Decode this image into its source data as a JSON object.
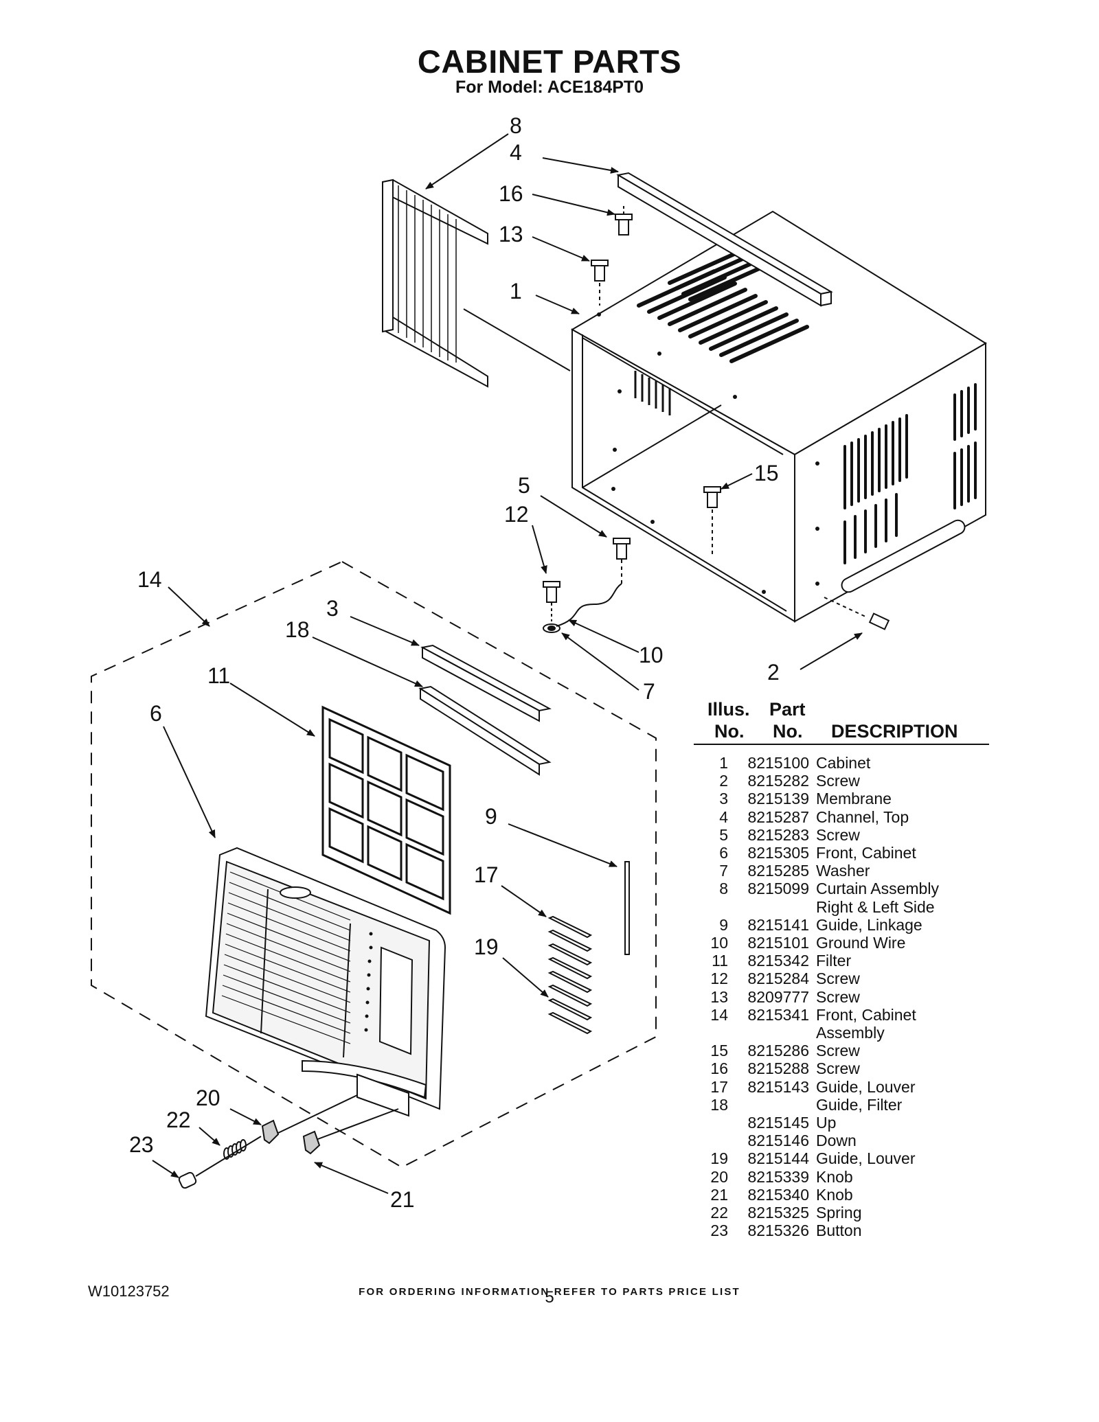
{
  "header": {
    "title": "CABINET PARTS",
    "subtitle": "For Model: ACE184PT0"
  },
  "diagram": {
    "callouts": [
      "8",
      "4",
      "16",
      "13",
      "1",
      "15",
      "5",
      "12",
      "14",
      "3",
      "18",
      "10",
      "7",
      "2",
      "11",
      "6",
      "9",
      "17",
      "19",
      "20",
      "22",
      "23",
      "21"
    ]
  },
  "parts_table": {
    "header": {
      "illus_line1": "Illus.",
      "illus_line2": "No.",
      "part_line1": "Part",
      "part_line2": "No.",
      "description": "DESCRIPTION"
    },
    "rows": [
      {
        "illus": "1",
        "part": "8215100",
        "desc": "Cabinet"
      },
      {
        "illus": "2",
        "part": "8215282",
        "desc": "Screw"
      },
      {
        "illus": "3",
        "part": "8215139",
        "desc": "Membrane"
      },
      {
        "illus": "4",
        "part": "8215287",
        "desc": "Channel, Top"
      },
      {
        "illus": "5",
        "part": "8215283",
        "desc": "Screw"
      },
      {
        "illus": "6",
        "part": "8215305",
        "desc": "Front, Cabinet"
      },
      {
        "illus": "7",
        "part": "8215285",
        "desc": "Washer"
      },
      {
        "illus": "8",
        "part": "8215099",
        "desc": "Curtain Assembly"
      },
      {
        "illus": "",
        "part": "",
        "desc": "Right & Left Side"
      },
      {
        "illus": "9",
        "part": "8215141",
        "desc": "Guide, Linkage"
      },
      {
        "illus": "10",
        "part": "8215101",
        "desc": "Ground Wire"
      },
      {
        "illus": "11",
        "part": "8215342",
        "desc": "Filter"
      },
      {
        "illus": "12",
        "part": "8215284",
        "desc": "Screw"
      },
      {
        "illus": "13",
        "part": "8209777",
        "desc": "Screw"
      },
      {
        "illus": "14",
        "part": "8215341",
        "desc": "Front, Cabinet"
      },
      {
        "illus": "",
        "part": "",
        "desc": "Assembly"
      },
      {
        "illus": "15",
        "part": "8215286",
        "desc": "Screw"
      },
      {
        "illus": "16",
        "part": "8215288",
        "desc": "Screw"
      },
      {
        "illus": "17",
        "part": "8215143",
        "desc": "Guide, Louver"
      },
      {
        "illus": "18",
        "part": "",
        "desc": "Guide, Filter"
      },
      {
        "illus": "",
        "part": "8215145",
        "desc": "Up"
      },
      {
        "illus": "",
        "part": "8215146",
        "desc": "Down"
      },
      {
        "illus": "19",
        "part": "8215144",
        "desc": "Guide, Louver"
      },
      {
        "illus": "20",
        "part": "8215339",
        "desc": "Knob"
      },
      {
        "illus": "21",
        "part": "8215340",
        "desc": "Knob"
      },
      {
        "illus": "22",
        "part": "8215325",
        "desc": "Spring"
      },
      {
        "illus": "23",
        "part": "8215326",
        "desc": "Button"
      }
    ]
  },
  "footer": {
    "ordering_note": "FOR ORDERING INFORMATION REFER TO PARTS PRICE LIST",
    "doc_number": "W10123752",
    "page_number": "5"
  }
}
